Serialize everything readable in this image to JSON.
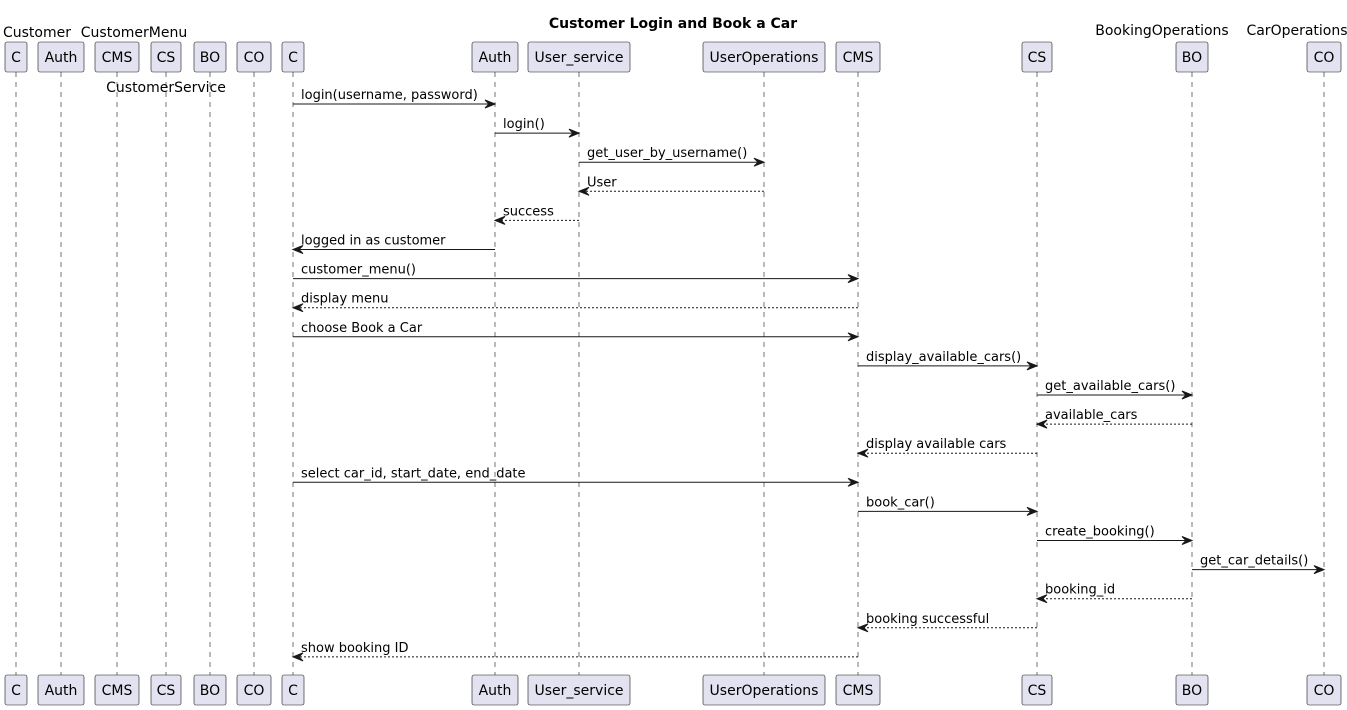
{
  "title": "Customer Login and Book a Car",
  "participants": [
    {
      "id": "C1",
      "label": "C"
    },
    {
      "id": "Auth1",
      "label": "Auth"
    },
    {
      "id": "CMS1",
      "label": "CMS"
    },
    {
      "id": "CS1",
      "label": "CS"
    },
    {
      "id": "BO1",
      "label": "BO"
    },
    {
      "id": "CO1",
      "label": "CO"
    },
    {
      "id": "C2",
      "label": "C"
    },
    {
      "id": "Auth2",
      "label": "Auth"
    },
    {
      "id": "US",
      "label": "User_service"
    },
    {
      "id": "UO",
      "label": "UserOperations"
    },
    {
      "id": "CMS2",
      "label": "CMS"
    },
    {
      "id": "CS2",
      "label": "CS"
    },
    {
      "id": "BO2",
      "label": "BO"
    },
    {
      "id": "CO2",
      "label": "CO"
    }
  ],
  "alias_labels": [
    "Customer",
    "CustomerMenu",
    "CustomerService",
    "BookingOperations",
    "CarOperations"
  ],
  "messages": [
    {
      "from": "C2",
      "to": "Auth2",
      "label": "login(username, password)",
      "style": "solid"
    },
    {
      "from": "Auth2",
      "to": "US",
      "label": "login()",
      "style": "solid"
    },
    {
      "from": "US",
      "to": "UO",
      "label": "get_user_by_username()",
      "style": "solid"
    },
    {
      "from": "UO",
      "to": "US",
      "label": "User",
      "style": "dashed"
    },
    {
      "from": "US",
      "to": "Auth2",
      "label": "success",
      "style": "dashed"
    },
    {
      "from": "Auth2",
      "to": "C2",
      "label": "logged in as customer",
      "style": "solid"
    },
    {
      "from": "C2",
      "to": "CMS2",
      "label": "customer_menu()",
      "style": "solid"
    },
    {
      "from": "CMS2",
      "to": "C2",
      "label": "display menu",
      "style": "dashed"
    },
    {
      "from": "C2",
      "to": "CMS2",
      "label": "choose Book a Car",
      "style": "solid"
    },
    {
      "from": "CMS2",
      "to": "CS2",
      "label": "display_available_cars()",
      "style": "solid"
    },
    {
      "from": "CS2",
      "to": "BO2",
      "label": "get_available_cars()",
      "style": "solid"
    },
    {
      "from": "BO2",
      "to": "CS2",
      "label": "available_cars",
      "style": "dashed"
    },
    {
      "from": "CS2",
      "to": "CMS2",
      "label": "display available cars",
      "style": "dashed"
    },
    {
      "from": "C2",
      "to": "CMS2",
      "label": "select car_id, start_date, end_date",
      "style": "solid"
    },
    {
      "from": "CMS2",
      "to": "CS2",
      "label": "book_car()",
      "style": "solid"
    },
    {
      "from": "CS2",
      "to": "BO2",
      "label": "create_booking()",
      "style": "solid"
    },
    {
      "from": "BO2",
      "to": "CO2",
      "label": "get_car_details()",
      "style": "solid"
    },
    {
      "from": "BO2",
      "to": "CS2",
      "label": "booking_id",
      "style": "dashed"
    },
    {
      "from": "CS2",
      "to": "CMS2",
      "label": "booking successful",
      "style": "dashed"
    },
    {
      "from": "CMS2",
      "to": "C2",
      "label": "show booking ID",
      "style": "dashed"
    }
  ]
}
